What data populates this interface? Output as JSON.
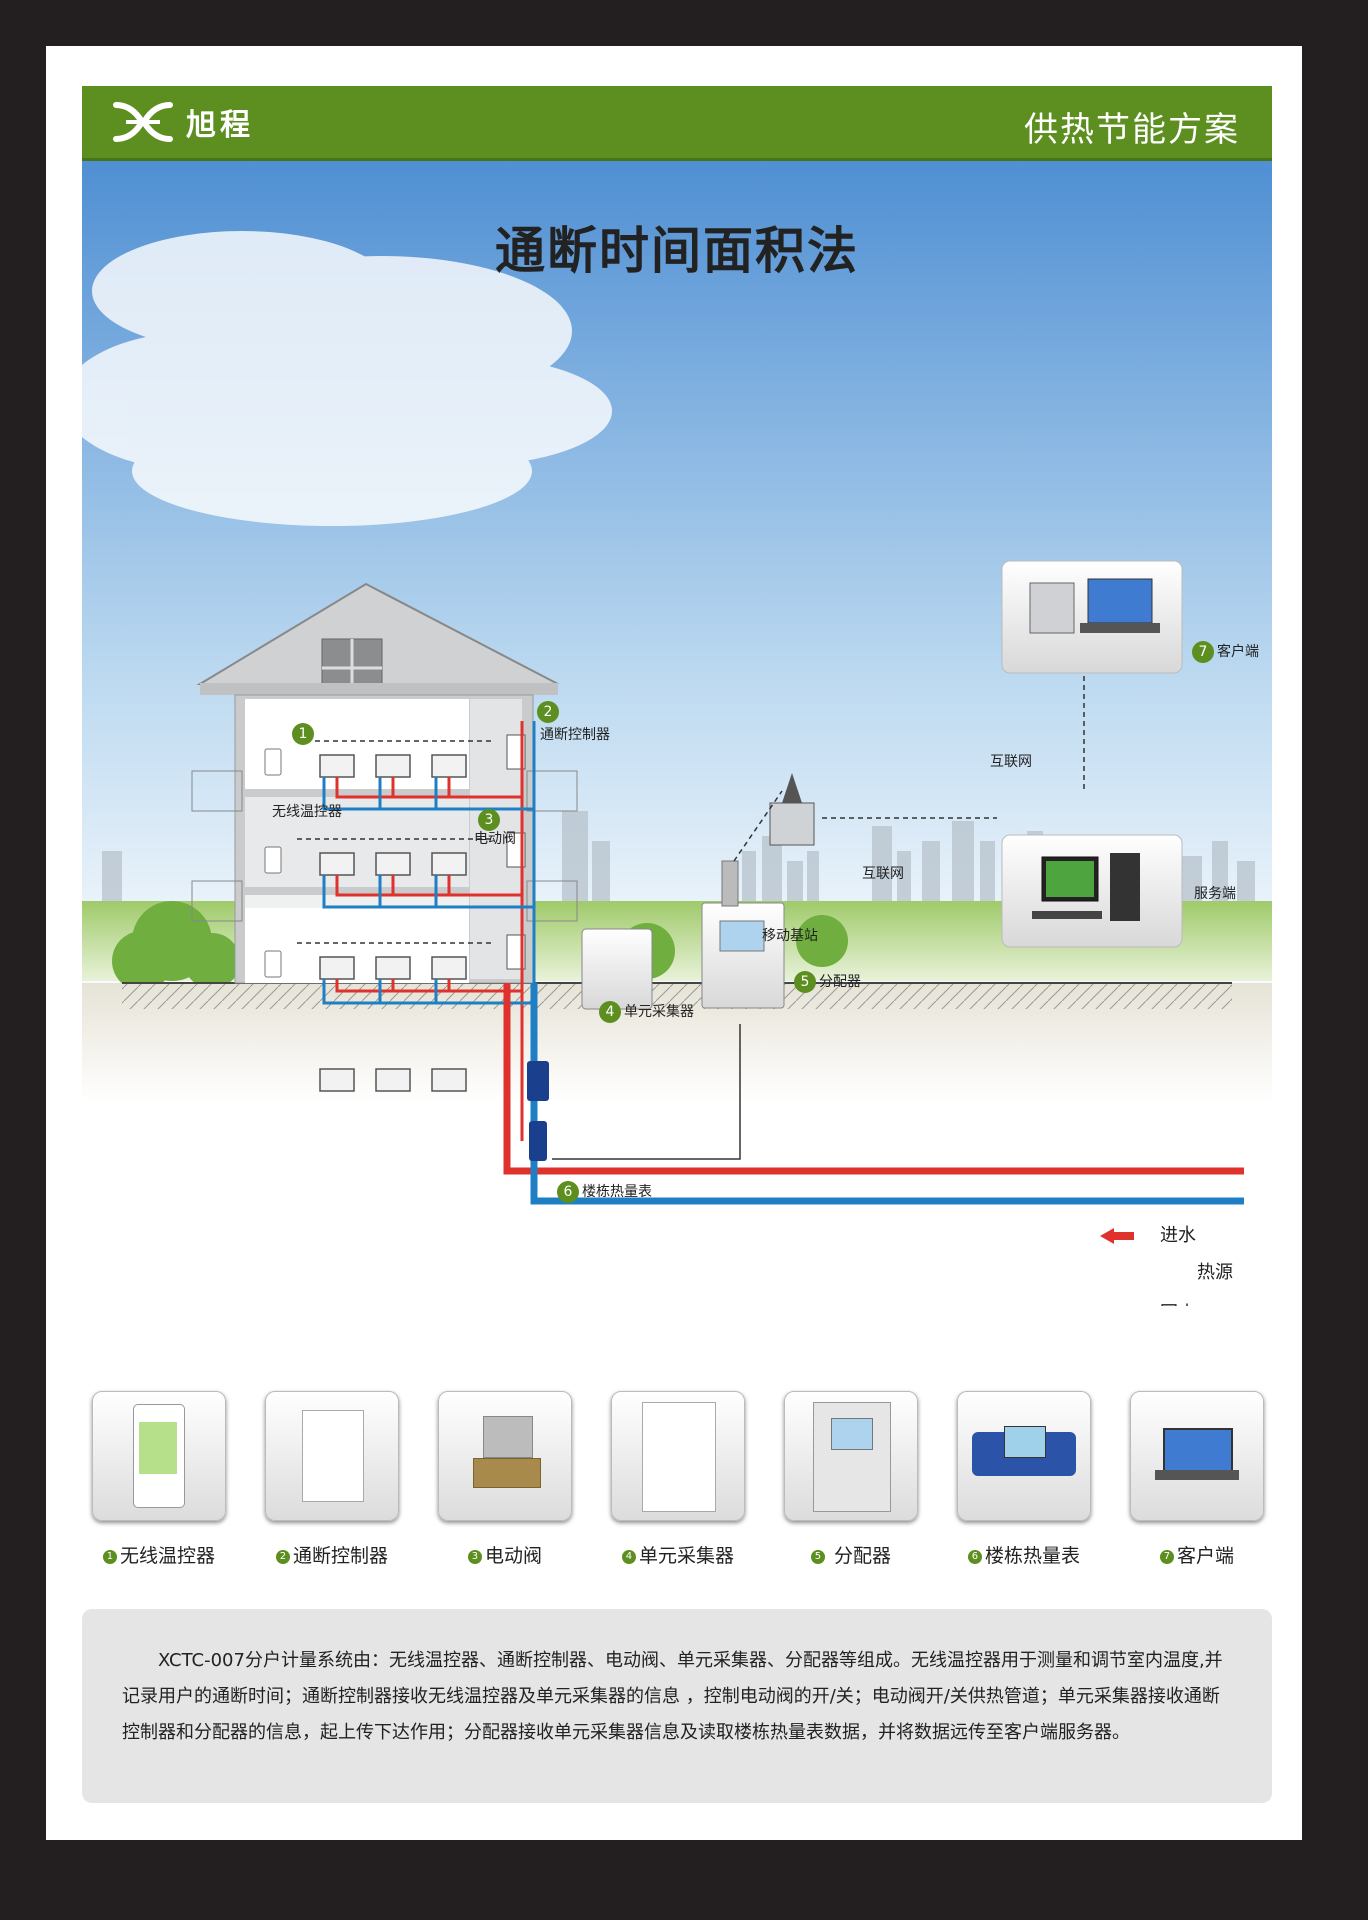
{
  "header": {
    "brand": "旭程",
    "title": "供热节能方案"
  },
  "diagram": {
    "title": "通断时间面积法",
    "labels": {
      "wireless_thermostat": "无线温控器",
      "switch_controller": "通断控制器",
      "electric_valve": "电动阀",
      "unit_collector": "单元采集器",
      "distributor": "分配器",
      "mobile_station": "移动基站",
      "internet_1": "互联网",
      "internet_2": "互联网",
      "server": "服务端",
      "client": "客户端",
      "building_meter": "楼栋热量表"
    },
    "numbers": [
      "1",
      "2",
      "3",
      "4",
      "5",
      "6",
      "7"
    ],
    "legend": {
      "supply": "进水",
      "source": "热源",
      "return": "回水"
    }
  },
  "colors": {
    "brand_green": "#5c8f1f",
    "hot_pipe": "#e0322d",
    "cold_pipe": "#1f7fc4"
  },
  "products": [
    {
      "num": "1",
      "label": "无线温控器"
    },
    {
      "num": "2",
      "label": "通断控制器"
    },
    {
      "num": "3",
      "label": "电动阀"
    },
    {
      "num": "4",
      "label": "单元采集器"
    },
    {
      "num": "5",
      "label": " 分配器"
    },
    {
      "num": "6",
      "label": "楼栋热量表"
    },
    {
      "num": "7",
      "label": "客户端"
    }
  ],
  "description": "XCTC-007分户计量系统由：无线温控器、通断控制器、电动阀、单元采集器、分配器等组成。无线温控器用于测量和调节室内温度,并记录用户的通断时间；通断控制器接收无线温控器及单元采集器的信息 ，控制电动阀的开/关；电动阀开/关供热管道；单元采集器接收通断控制器和分配器的信息，起上传下达作用；分配器接收单元采集器信息及读取楼栋热量表数据，并将数据远传至客户端服务器。"
}
